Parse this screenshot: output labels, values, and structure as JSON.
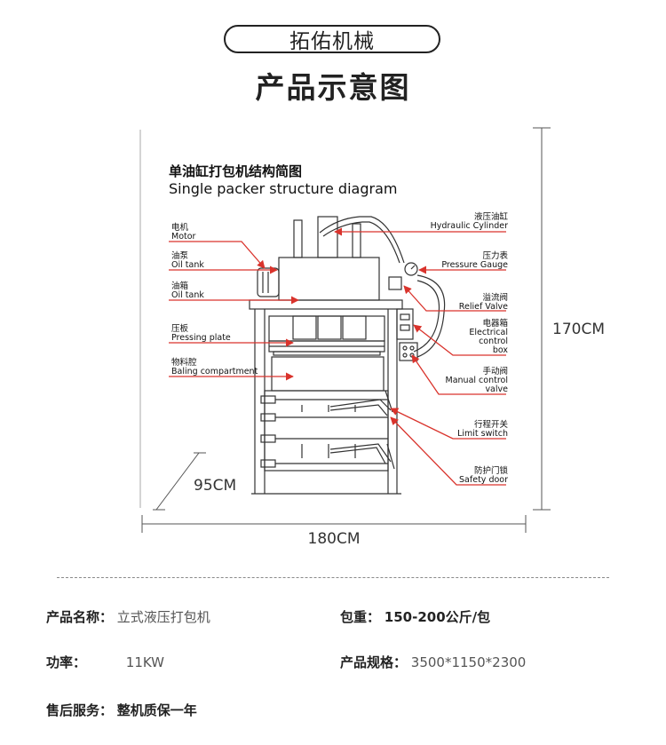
{
  "header": {
    "brand": "拓佑机械",
    "title": "产品示意图"
  },
  "diagram": {
    "title_cn": "单油缸打包机结构简图",
    "title_en": "Single packer structure diagram",
    "dimensions": {
      "height": "170CM",
      "depth": "95CM",
      "width": "180CM"
    },
    "callouts_left": [
      {
        "cn": "电机",
        "en": "Motor"
      },
      {
        "cn": "油泵",
        "en": "Oil tank"
      },
      {
        "cn": "油箱",
        "en": "Oil tank"
      },
      {
        "cn": "压板",
        "en": "Pressing plate"
      },
      {
        "cn": "物料腔",
        "en": "Baling compartment"
      }
    ],
    "callouts_right": [
      {
        "cn": "液压油缸",
        "en": [
          "Hydraulic Cylinder"
        ]
      },
      {
        "cn": "压力表",
        "en": [
          "Pressure Gauge"
        ]
      },
      {
        "cn": "溢流阀",
        "en": [
          "Relief Valve"
        ]
      },
      {
        "cn": "电器箱",
        "en": [
          "Electrical",
          "control",
          "box"
        ]
      },
      {
        "cn": "手动阀",
        "en": [
          "Manual control",
          "valve"
        ]
      },
      {
        "cn": "行程开关",
        "en": [
          "Limit switch"
        ]
      },
      {
        "cn": "防护门锁",
        "en": [
          "Safety door"
        ]
      }
    ],
    "accent_color": "#d9332c"
  },
  "specs": {
    "name": {
      "label": "产品名称：",
      "value": "立式液压打包机"
    },
    "weight": {
      "label": "包重：",
      "value": "150-200公斤/包"
    },
    "power": {
      "label": "功率：",
      "value": "11KW"
    },
    "size": {
      "label": "产品规格：",
      "value": "3500*1150*2300"
    },
    "service": {
      "label": "售后服务：",
      "value": "整机质保一年"
    }
  }
}
